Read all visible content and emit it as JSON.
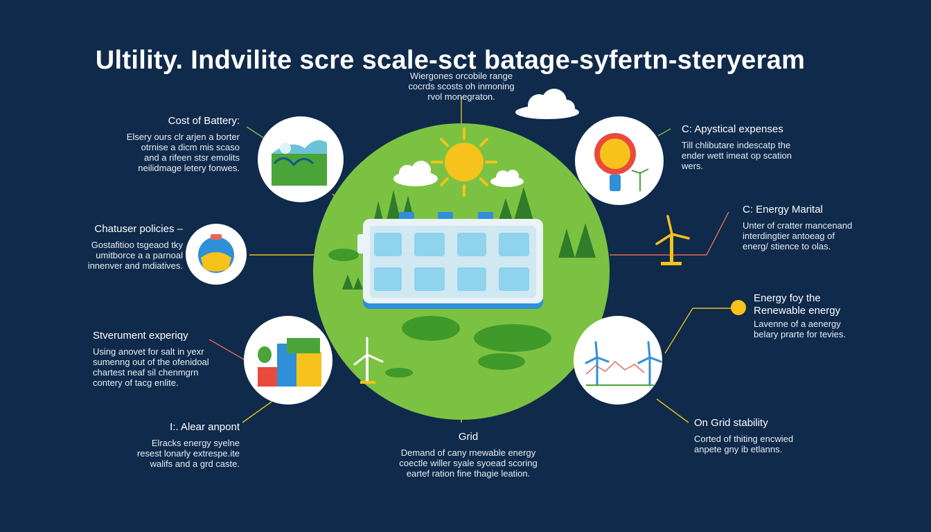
{
  "title": "Ultility. Indvilite scre scale-sct batage-syfertn-steryeram",
  "top_note": [
    "Wiergones orcobile range",
    "cocrds scosts oh inmoning",
    "rvol monegraton."
  ],
  "labels": {
    "cost_of_battery": {
      "heading": "Cost of Battery:",
      "desc": [
        "Elsery ours clr arjen a borter",
        "otrnise a dicm mis scaso",
        "and a rifeen stsr emolits",
        "neilidmage letery fonwes."
      ]
    },
    "policies": {
      "heading": "Chatuser policies –",
      "desc": [
        "Gostafitioo tsgeaod tky",
        "umitborce a a parnoal",
        "innenver and mdiatives."
      ]
    },
    "stverument": {
      "heading": "Stverument experiqy",
      "desc": [
        "Using anovet for salt in yexr",
        "sumenng out of the ofenidoal",
        "chartest neaf sil chenmgrn",
        "contery of tacg enlite."
      ]
    },
    "alear": {
      "heading": "I:. Alear anpont",
      "desc": [
        "Elracks energy syelne",
        "resest lonarly extrespe.ite",
        "walifs and a grd caste."
      ]
    },
    "grid": {
      "heading": "Grid",
      "desc": [
        "Demand of cany rnewable energy",
        "coectle willer syale syoead scoring",
        "eartef ration fine thagie leation."
      ]
    },
    "apystical": {
      "heading": "C: Apystical expenses",
      "desc": [
        "Till chlibutare indescatp the",
        "ender wett imeat op scation",
        "wers."
      ]
    },
    "energy_marital": {
      "heading": "C: Energy Marital",
      "desc": [
        "Unter of cratter mancenand",
        "interdingtier antoeag of",
        "energ/ stience to olas."
      ]
    },
    "renewable": {
      "heading": "Energy foy the\nRenewable energy",
      "desc": [
        "Lavenne of a aenergy",
        "belary prarte for tevies."
      ]
    },
    "grid_stability": {
      "heading": "On Grid stability",
      "desc": [
        "Corted of thiting encwied",
        "anpete gny ib etlanns."
      ]
    }
  },
  "colors": {
    "background": "#0f2a4a",
    "globe": "#7cc242",
    "globe_dark": "#4f9a2e",
    "battery_frame": "#eaf3f8",
    "battery_cell": "#8fd3ec",
    "battery_terminal": "#2f8fd8",
    "sun": "#f6c21b",
    "connector": "#e8c21f",
    "connector_red": "#e26a5a"
  }
}
